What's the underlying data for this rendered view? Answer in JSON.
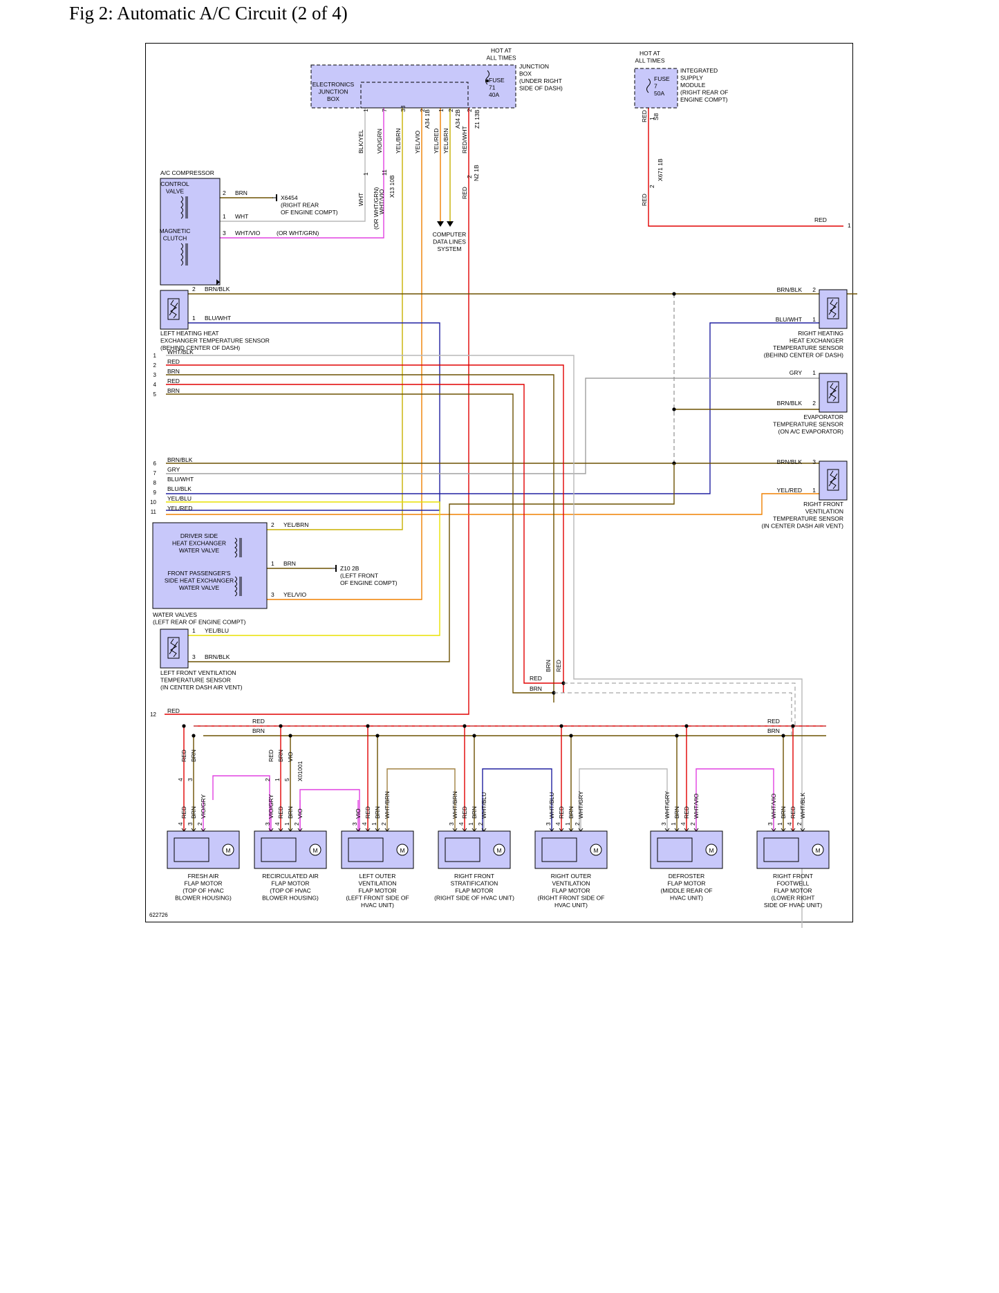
{
  "title": "Fig 2: Automatic A/C Circuit (2 of 4)",
  "figure_id": "622726",
  "colors": {
    "RED": "#e00000",
    "BRN": "#6b5000",
    "YEL": "#e8e000",
    "BLK": "#000000",
    "WHT": "#b8b8b8",
    "VIO": "#e040e0",
    "BLU": "#2020a0",
    "GRY": "#a0a0a0",
    "ORG": "#f08000",
    "component_fill": "#c8c8fa"
  },
  "junction_box": {
    "hot": [
      "HOT AT",
      "ALL TIMES"
    ],
    "name": [
      "ELECTRONICS",
      "JUNCTION",
      "BOX"
    ],
    "fuse": [
      "FUSE",
      "71",
      "40A"
    ],
    "note": [
      "JUNCTION",
      "BOX",
      "(UNDER RIGHT",
      "SIDE OF DASH)"
    ],
    "pins": [
      "1",
      "7",
      "33",
      "2",
      "1",
      "2",
      "2"
    ],
    "wires": [
      "BLK/YEL",
      "VIO/GRN",
      "YEL/BRN",
      "YEL/VIO",
      "YEL/RED",
      "YEL/BRN",
      "RED/WHT"
    ],
    "connectors": [
      "A34 1B",
      "A34 2B",
      "Z1 13B"
    ]
  },
  "supply_module": {
    "hot": [
      "HOT AT",
      "ALL TIMES"
    ],
    "fuse": [
      "FUSE",
      "7",
      "50A"
    ],
    "note": [
      "INTEGRATED",
      "SUPPLY",
      "MODULE",
      "(RIGHT REAR OF",
      "ENGINE COMPT)"
    ],
    "pins": [
      "1",
      "2"
    ],
    "wires": [
      "RED",
      "RED"
    ],
    "connectors": [
      "S8",
      "X671 1B"
    ],
    "out_wire": "RED",
    "out_pin": "1"
  },
  "compressor": {
    "title": "A/C COMPRESSOR",
    "valve": [
      "CONTROL",
      "VALVE"
    ],
    "clutch": [
      "MAGNETIC",
      "CLUTCH"
    ],
    "pins": [
      "2",
      "1",
      "3"
    ],
    "wires": [
      "BRN",
      "WHT",
      "WHT/VIO"
    ],
    "wire_note": "(OR WHT/GRN)",
    "ground": [
      "X6454",
      "(RIGHT REAR",
      "OF ENGINE COMPT)"
    ],
    "mid_pins": [
      "1",
      "11"
    ],
    "mid_wires": [
      "WHT",
      "(OR WHT/GRN)",
      "WHT/VIO"
    ],
    "mid_connector": "X13 10B",
    "mid_wire_n2": "RED",
    "mid_pin_n2": "2",
    "mid_conn_n2": "N2 1B"
  },
  "computer": [
    "COMPUTER",
    "DATA LINES",
    "SYSTEM"
  ],
  "left_hx_sensor": {
    "pins": [
      "2",
      "1"
    ],
    "wires": [
      "BRN/BLK",
      "BLU/WHT"
    ],
    "label": [
      "LEFT HEATING HEAT",
      "EXCHANGER TEMPERATURE SENSOR",
      "(BEHIND CENTER OF DASH)"
    ]
  },
  "right_hx_sensor": {
    "pins": [
      "2",
      "1"
    ],
    "wires": [
      "BRN/BLK",
      "BLU/WHT"
    ],
    "label": [
      "RIGHT HEATING",
      "HEAT EXCHANGER",
      "TEMPERATURE SENSOR",
      "(BEHIND CENTER OF DASH)"
    ]
  },
  "evap_sensor": {
    "pins": [
      "1",
      "2"
    ],
    "wires": [
      "GRY",
      "BRN/BLK"
    ],
    "label": [
      "EVAPORATOR",
      "TEMPERATURE SENSOR",
      "(ON A/C EVAPORATOR)"
    ]
  },
  "rf_vent_sensor": {
    "pins": [
      "3",
      "1"
    ],
    "wires": [
      "BRN/BLK",
      "YEL/RED"
    ],
    "label": [
      "RIGHT FRONT",
      "VENTILATION",
      "TEMPERATURE SENSOR",
      "(IN CENTER DASH AIR VENT)"
    ]
  },
  "bus_lines": [
    {
      "n": "1",
      "wire": "WHT/BLK"
    },
    {
      "n": "2",
      "wire": "RED"
    },
    {
      "n": "3",
      "wire": "BRN"
    },
    {
      "n": "4",
      "wire": "RED"
    },
    {
      "n": "5",
      "wire": "BRN"
    },
    {
      "n": "6",
      "wire": "BRN/BLK"
    },
    {
      "n": "7",
      "wire": "GRY"
    },
    {
      "n": "8",
      "wire": "BLU/WHT"
    },
    {
      "n": "9",
      "wire": "BLU/BLK"
    },
    {
      "n": "10",
      "wire": "YEL/BLU"
    },
    {
      "n": "11",
      "wire": "YEL/RED"
    },
    {
      "n": "12",
      "wire": "RED"
    }
  ],
  "water_valves": {
    "driver": [
      "DRIVER SIDE",
      "HEAT EXCHANGER",
      "WATER VALVE"
    ],
    "passenger": [
      "FRONT PASSENGER'S",
      "SIDE HEAT EXCHANGER",
      "WATER VALVE"
    ],
    "label": [
      "WATER VALVES",
      "(LEFT REAR OF ENGINE COMPT)"
    ],
    "pins": [
      "2",
      "1",
      "3"
    ],
    "wires": [
      "YEL/BRN",
      "BRN",
      "YEL/VIO"
    ],
    "ground": [
      "Z10 2B",
      "(LEFT FRONT",
      "OF ENGINE COMPT)"
    ]
  },
  "lf_vent_sensor": {
    "pins": [
      "1",
      "3"
    ],
    "wires": [
      "YEL/BLU",
      "BRN/BLK"
    ],
    "label": [
      "LEFT FRONT VENTILATION",
      "TEMPERATURE SENSOR",
      "(IN CENTER DASH AIR VENT)"
    ]
  },
  "mid_wires": {
    "brn": "BRN",
    "red": "RED"
  },
  "bottom_bus": {
    "red": "RED",
    "brn": "BRN"
  },
  "motor_symbol": "M",
  "motors": [
    {
      "pins": [
        "4",
        "3",
        "2"
      ],
      "wires": [
        "RED",
        "BRN",
        "VIO/GRY"
      ],
      "upper_pins": [
        "4",
        "3"
      ],
      "upper_wires": [
        "RED",
        "BRN"
      ],
      "label": [
        "FRESH AIR",
        "FLAP MOTOR",
        "(TOP OF HVAC",
        "BLOWER HOUSING)"
      ]
    },
    {
      "pins": [
        "3",
        "4",
        "1",
        "2"
      ],
      "wires": [
        "VIO/GRY",
        "RED",
        "BRN",
        "VIO"
      ],
      "upper_pins": [
        "2",
        "1",
        "5"
      ],
      "upper_wires": [
        "RED",
        "BRN",
        "VIO"
      ],
      "connector": "X01001",
      "label": [
        "RECIRCULATED AIR",
        "FLAP MOTOR",
        "(TOP OF HVAC",
        "BLOWER HOUSING)"
      ]
    },
    {
      "pins": [
        "3",
        "4",
        "1",
        "2"
      ],
      "wires": [
        "VIO",
        "RED",
        "BRN",
        "WHT/BRN"
      ],
      "label": [
        "LEFT OUTER",
        "VENTILATION",
        "FLAP MOTOR",
        "(LEFT FRONT SIDE OF",
        "HVAC UNIT)"
      ]
    },
    {
      "pins": [
        "3",
        "4",
        "1",
        "2"
      ],
      "wires": [
        "WHT/BRN",
        "RED",
        "BRN",
        "WHT/BLU"
      ],
      "label": [
        "RIGHT FRONT",
        "STRATIFICATION",
        "FLAP MOTOR",
        "(RIGHT SIDE OF HVAC UNIT)"
      ]
    },
    {
      "pins": [
        "3",
        "4",
        "1",
        "2"
      ],
      "wires": [
        "WHT/BLU",
        "RED",
        "BRN",
        "WHT/GRY"
      ],
      "label": [
        "RIGHT OUTER",
        "VENTILATION",
        "FLAP MOTOR",
        "(RIGHT FRONT SIDE OF",
        "HVAC UNIT)"
      ]
    },
    {
      "pins": [
        "3",
        "1",
        "4",
        "2"
      ],
      "wires": [
        "WHT/GRY",
        "BRN",
        "RED",
        "WHT/VIO"
      ],
      "label": [
        "DEFROSTER",
        "FLAP MOTOR",
        "(MIDDLE REAR OF",
        "HVAC UNIT)"
      ]
    },
    {
      "pins": [
        "3",
        "1",
        "4",
        "2"
      ],
      "wires": [
        "WHT/VIO",
        "BRN",
        "RED",
        "WHT/BLK"
      ],
      "label": [
        "RIGHT FRONT",
        "FOOTWELL",
        "FLAP MOTOR",
        "(LOWER RIGHT",
        "SIDE OF HVAC UNIT)"
      ]
    }
  ]
}
